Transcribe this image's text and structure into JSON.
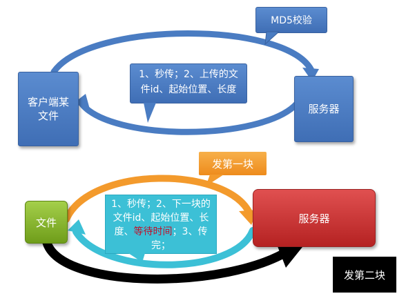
{
  "top": {
    "client_label": "客户端某\n文件",
    "server_label": "服务器",
    "md5_label": "MD5校验",
    "info_callout": "1、秒传；2、上传的文件id、起始位置、长度"
  },
  "bottom": {
    "file_label": "文件",
    "server_label": "服务器",
    "first_block_label": "发第一块",
    "second_block_label": "发第二块",
    "info_part1": "1、秒传；2、下一块的文件id、起始位置、长度、",
    "info_wait": "等待时间",
    "info_part2": "；3、传完；"
  },
  "colors": {
    "blue": "#4a7cc2",
    "cyan": "#3cc0d6",
    "orange": "#f39a2c",
    "red": "#cc3333",
    "green": "#84b526",
    "black": "#000000",
    "wait_text": "#c0102a"
  }
}
